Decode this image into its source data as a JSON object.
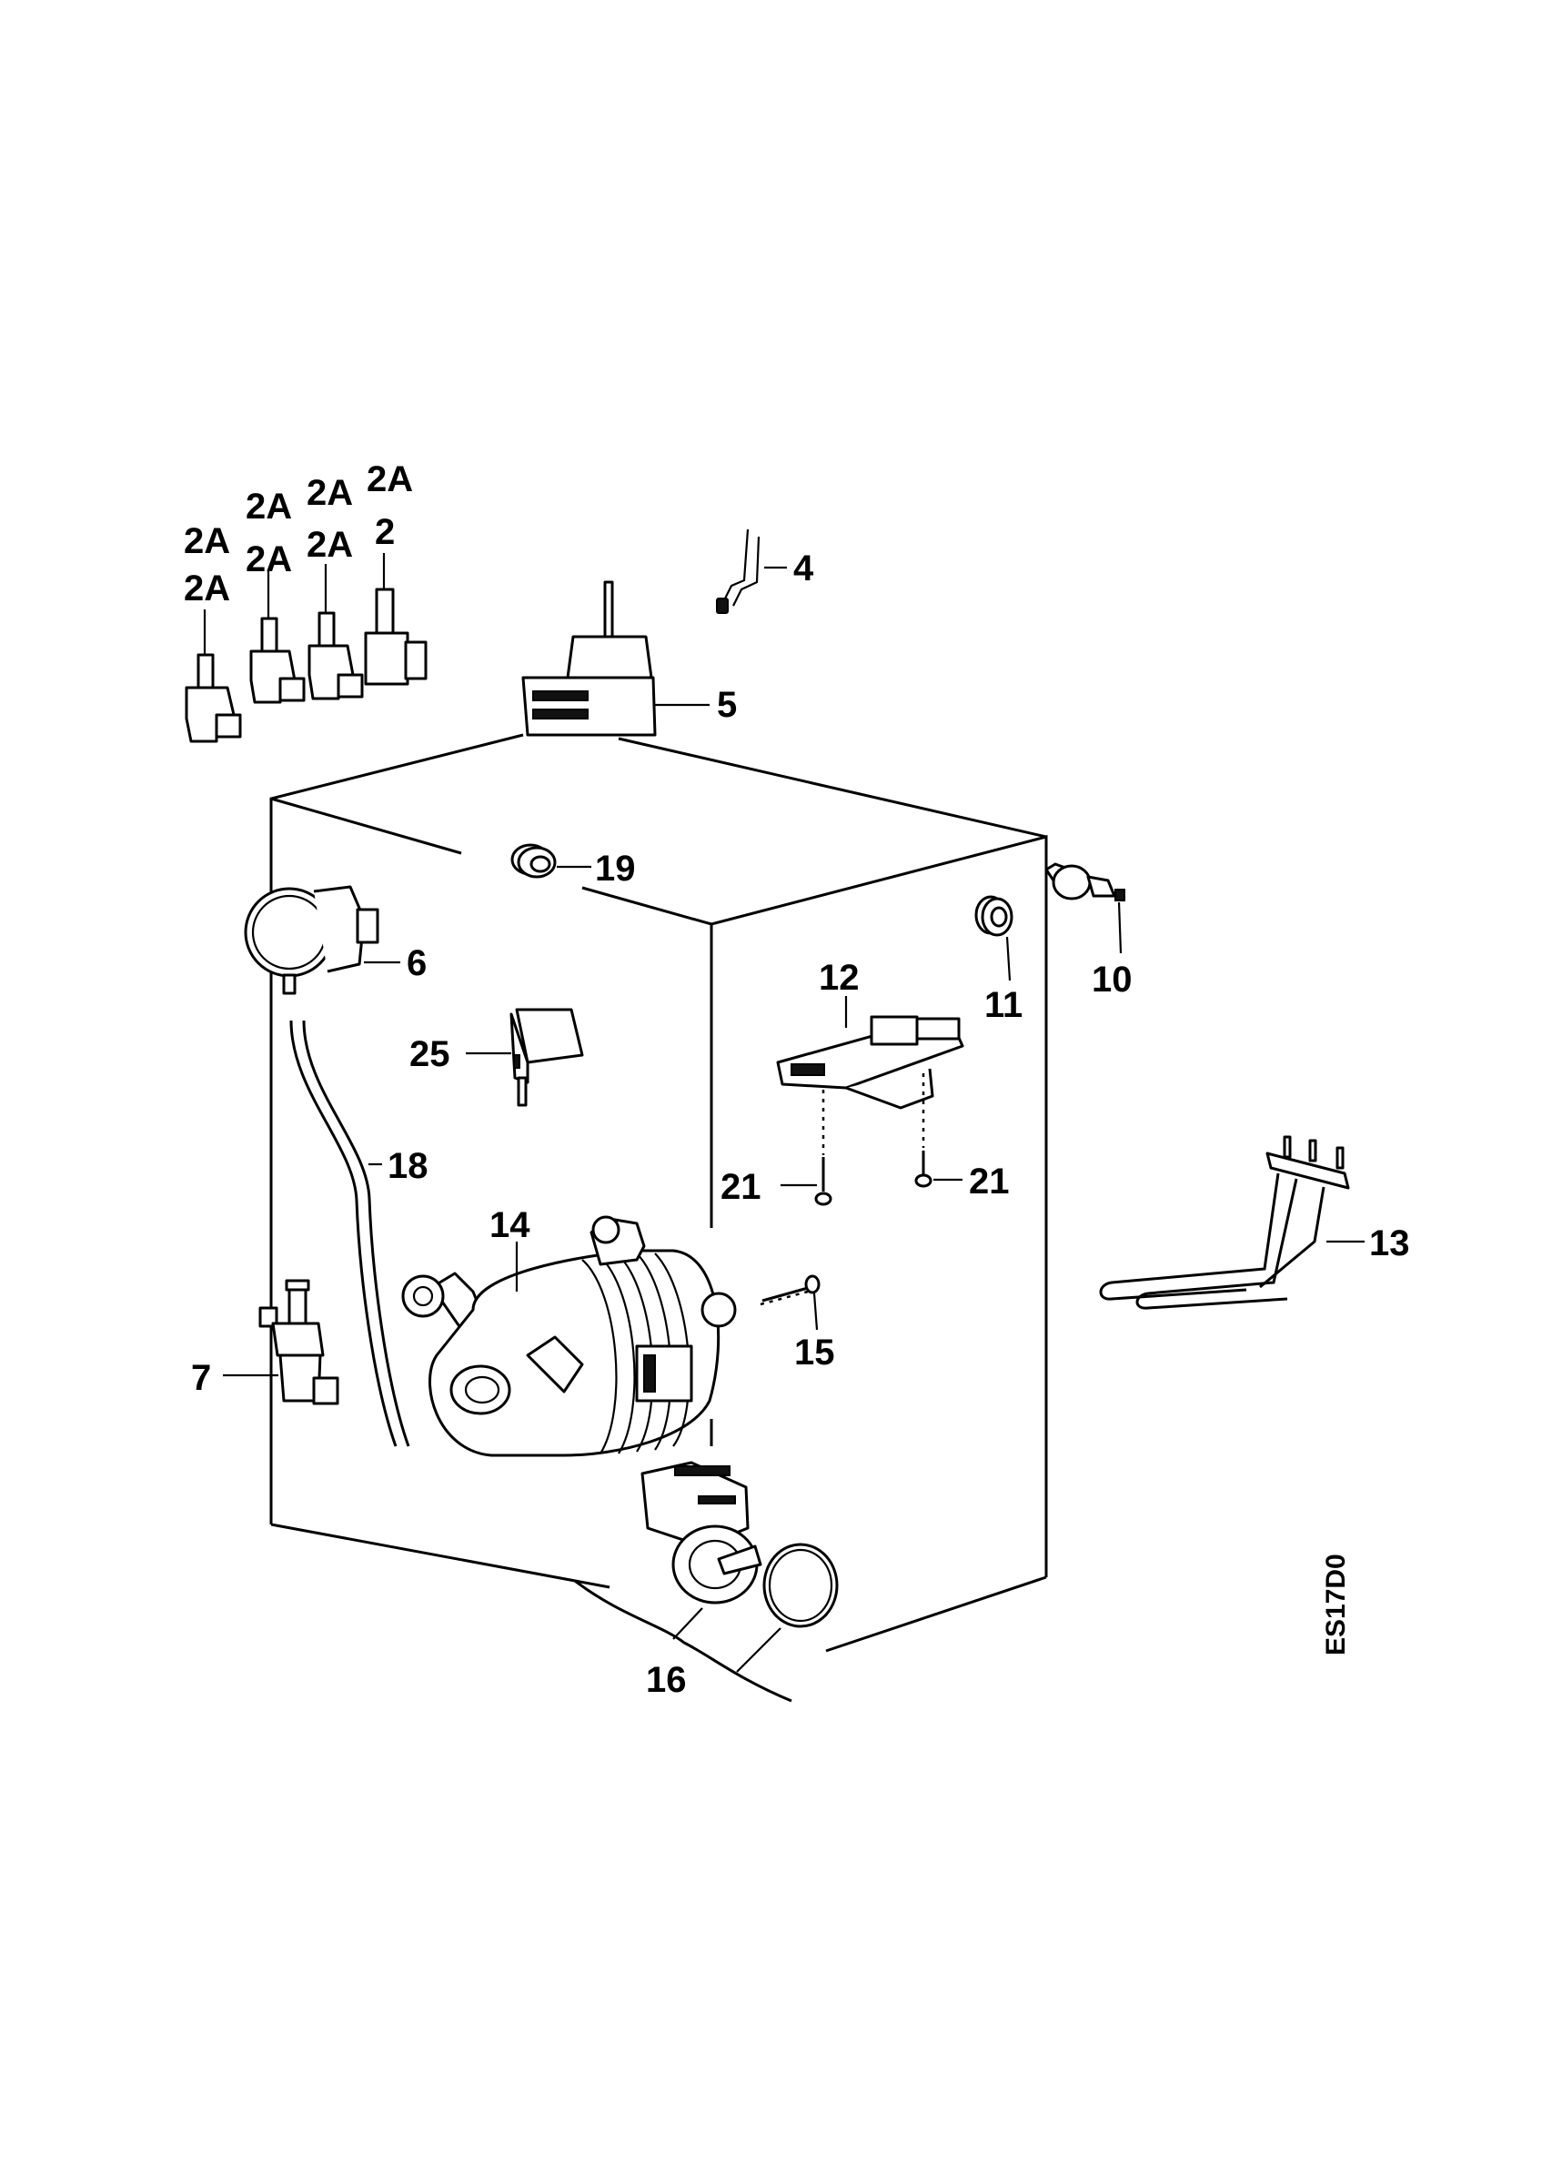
{
  "diagram": {
    "code": "ES17D0",
    "labels": {
      "2A_col1_top": "2A",
      "2A_col1_bottom": "2A",
      "2A_col2_top": "2A",
      "2A_col2_bottom": "2A",
      "2A_col3_top": "2A",
      "2A_col3_bottom": "2A",
      "2A_col4_top": "2A",
      "2_col4": "2",
      "p4": "4",
      "p5": "5",
      "p6": "6",
      "p7": "7",
      "p10": "10",
      "p11": "11",
      "p12": "12",
      "p13": "13",
      "p14": "14",
      "p15": "15",
      "p16": "16",
      "p18": "18",
      "p19": "19",
      "p21a": "21",
      "p21b": "21",
      "p25": "25"
    }
  }
}
